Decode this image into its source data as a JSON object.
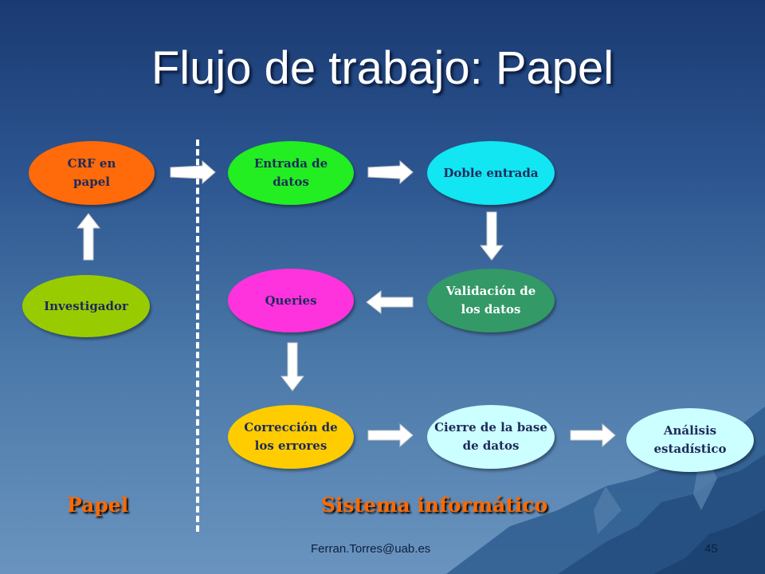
{
  "slide": {
    "title": "Flujo de trabajo: Papel",
    "footer_email": "Ferran.Torres@uab.es",
    "page_number": "45"
  },
  "nodes": {
    "crf": {
      "label_line1": "CRF en",
      "label_line2": "papel",
      "color": "#ff6a0a",
      "text_color": "#1e2a5a"
    },
    "investigador": {
      "label": "Investigador",
      "color": "#99cc00",
      "text_color": "#1e2a5a"
    },
    "entrada": {
      "label_line1": "Entrada de",
      "label_line2": "datos",
      "color": "#22ee22",
      "text_color": "#1e2a5a"
    },
    "doble": {
      "label": "Doble entrada",
      "color": "#11e6f2",
      "text_color": "#1e2a5a"
    },
    "validacion": {
      "label_line1": "Validación de",
      "label_line2": "los datos",
      "color": "#339966",
      "text_color": "#ffffff"
    },
    "queries": {
      "label": "Queries",
      "color": "#ff33dd",
      "text_color": "#1e2a5a"
    },
    "correccion": {
      "label_line1": "Corrección de",
      "label_line2": "los errores",
      "color": "#ffcc00",
      "text_color": "#1e2a5a"
    },
    "cierre": {
      "label_line1": "Cierre de la base",
      "label_line2": "de datos",
      "color": "#ccffff",
      "text_color": "#1e2a5a"
    },
    "analisis": {
      "label_line1": "Análisis",
      "label_line2": "estadístico",
      "color": "#ccffff",
      "text_color": "#1e2a5a"
    }
  },
  "sections": {
    "paper": "Papel",
    "system": "Sistema informático"
  },
  "colors": {
    "arrow": "#ffffff",
    "section_label": "#ff6a00",
    "divider": "#ffffff"
  }
}
